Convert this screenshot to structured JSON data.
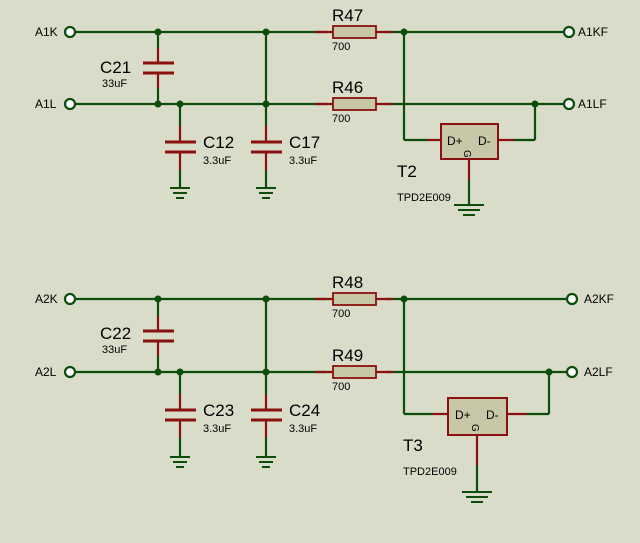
{
  "blocks": [
    {
      "id": "block-1",
      "ports_in": [
        "A1K",
        "A1L"
      ],
      "ports_out": [
        "A1KF",
        "A1LF"
      ],
      "series_cap": {
        "ref": "C21",
        "value": "33uF"
      },
      "shunt_caps": [
        {
          "ref": "C12",
          "value": "3.3uF"
        },
        {
          "ref": "C17",
          "value": "3.3uF"
        }
      ],
      "resistors": [
        {
          "ref": "R47",
          "value": "700"
        },
        {
          "ref": "R46",
          "value": "700"
        }
      ],
      "tvs": {
        "ref": "T2",
        "part": "TPD2E009",
        "pin_plus": "D+",
        "pin_minus": "D-",
        "pin_gnd": "G"
      }
    },
    {
      "id": "block-2",
      "ports_in": [
        "A2K",
        "A2L"
      ],
      "ports_out": [
        "A2KF",
        "A2LF"
      ],
      "series_cap": {
        "ref": "C22",
        "value": "33uF"
      },
      "shunt_caps": [
        {
          "ref": "C23",
          "value": "3.3uF"
        },
        {
          "ref": "C24",
          "value": "3.3uF"
        }
      ],
      "resistors": [
        {
          "ref": "R48",
          "value": "700"
        },
        {
          "ref": "R49",
          "value": "700"
        }
      ],
      "tvs": {
        "ref": "T3",
        "part": "TPD2E009",
        "pin_plus": "D+",
        "pin_minus": "D-",
        "pin_gnd": "G"
      }
    }
  ],
  "colors": {
    "background": "#d8dcc8",
    "wire": "#0c4d0c",
    "component": "#8a1010",
    "body_fill": "#c8c8a8"
  }
}
